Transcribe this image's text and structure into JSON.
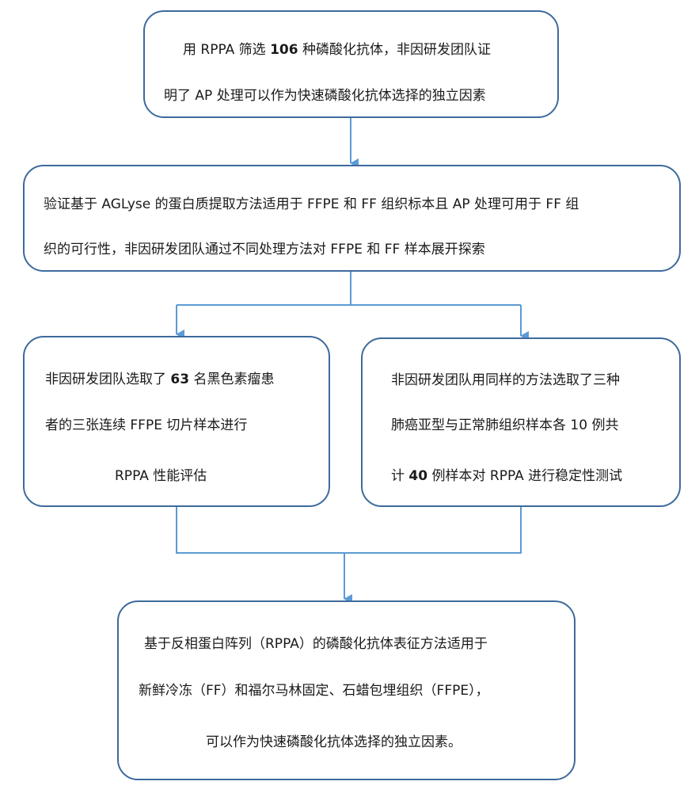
{
  "step1": {
    "line1_a": "用 RPPA 筛选 ",
    "line1_num": "106",
    "line1_b": " 种磷酸化抗体，非因研发团队证",
    "line2": "明了 AP 处理可以作为快速磷酸化抗体选择的独立因素"
  },
  "step2": {
    "line1": "验证基于 AGLyse 的蛋白质提取方法适用于 FFPE 和 FF 组织标本且 AP 处理可用于 FF 组",
    "line2": "织的可行性，非因研发团队通过不同处理方法对 FFPE 和 FF 样本展开探索"
  },
  "step3_left": {
    "line1_a": "非因研发团队选取了 ",
    "line1_num": "63",
    "line1_b": " 名黑色素瘤患",
    "line2": "者的三张连续 FFPE 切片样本进行",
    "line3": "RPPA 性能评估"
  },
  "step3_right": {
    "line1": "非因研发团队用同样的方法选取了三种",
    "line2": "肺癌亚型与正常肺组织样本各 10 例共",
    "line3_a": "计 ",
    "line3_num": "40",
    "line3_b": " 例样本对 RPPA 进行稳定性测试"
  },
  "step4": {
    "line1": "基于反相蛋白阵列（RPPA）的磷酸化抗体表征方法适用于",
    "line2": "新鲜冷冻（FF）和福尔马林固定、石蜡包埋组织（FFPE），",
    "line3": "可以作为快速磷酸化抗体选择的独立因素。"
  },
  "colors": {
    "box_border": "#3d6a9c",
    "connector": "#5b9bd5"
  }
}
